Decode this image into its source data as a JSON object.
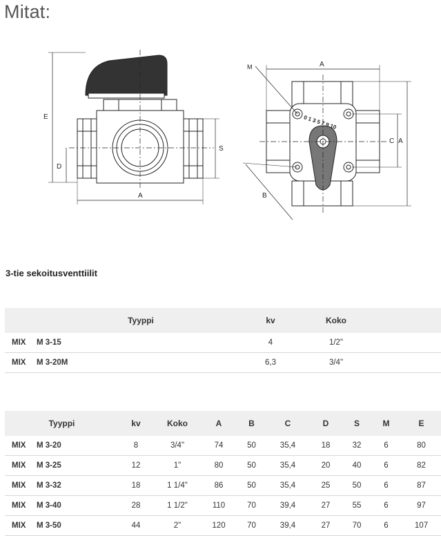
{
  "page_title": "Mitat:",
  "drawing": {
    "labels": {
      "E": "E",
      "D": "D",
      "A_left": "A",
      "S": "S",
      "M": "M",
      "A_top": "A",
      "C": "C",
      "A_right": "A",
      "B": "B",
      "scale": "0 1 3 5 7 9 10"
    }
  },
  "section_heading": "3-tie sekoitusventtiilit",
  "table1": {
    "headers": [
      "Tyyppi",
      "kv",
      "Koko"
    ],
    "rows": [
      {
        "brand": "MIX",
        "model": "M 3-15",
        "kv": "4",
        "koko": "1/2\""
      },
      {
        "brand": "MIX",
        "model": "M 3-20M",
        "kv": "6,3",
        "koko": "3/4\""
      }
    ]
  },
  "table2": {
    "headers": [
      "Tyyppi",
      "kv",
      "Koko",
      "A",
      "B",
      "C",
      "D",
      "S",
      "M",
      "E"
    ],
    "rows": [
      {
        "brand": "MIX",
        "model": "M 3-20",
        "kv": "8",
        "koko": "3/4\"",
        "A": "74",
        "B": "50",
        "C": "35,4",
        "D": "18",
        "S": "32",
        "M": "6",
        "E": "80"
      },
      {
        "brand": "MIX",
        "model": "M 3-25",
        "kv": "12",
        "koko": "1\"",
        "A": "80",
        "B": "50",
        "C": "35,4",
        "D": "20",
        "S": "40",
        "M": "6",
        "E": "82"
      },
      {
        "brand": "MIX",
        "model": "M 3-32",
        "kv": "18",
        "koko": "1 1/4\"",
        "A": "86",
        "B": "50",
        "C": "35,4",
        "D": "25",
        "S": "50",
        "M": "6",
        "E": "87"
      },
      {
        "brand": "MIX",
        "model": "M 3-40",
        "kv": "28",
        "koko": "1 1/2\"",
        "A": "110",
        "B": "70",
        "C": "39,4",
        "D": "27",
        "S": "55",
        "M": "6",
        "E": "97"
      },
      {
        "brand": "MIX",
        "model": "M 3-50",
        "kv": "44",
        "koko": "2\"",
        "A": "120",
        "B": "70",
        "C": "39,4",
        "D": "27",
        "S": "70",
        "M": "6",
        "E": "107"
      }
    ]
  }
}
